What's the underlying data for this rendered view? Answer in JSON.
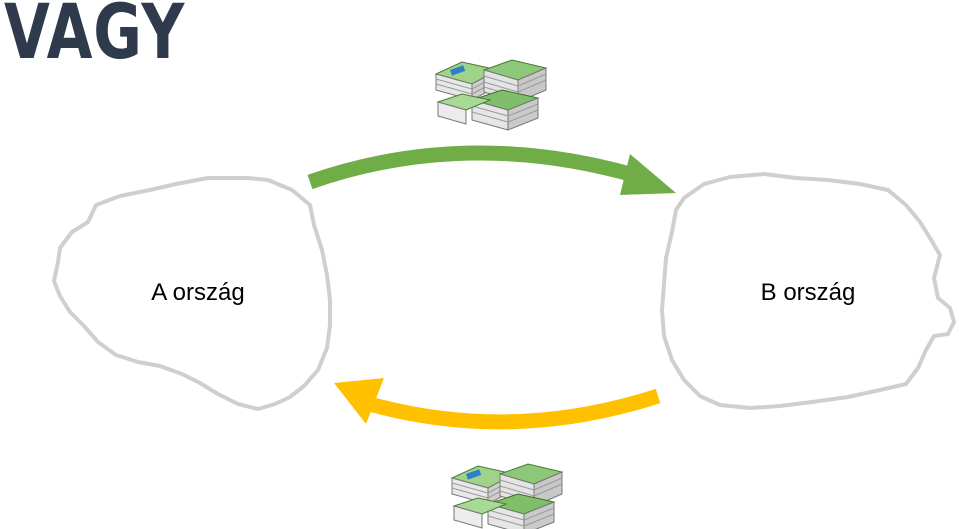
{
  "title": "VAGY",
  "country_a": {
    "label": "A ország"
  },
  "country_b": {
    "label": "B ország"
  },
  "flows": [
    {
      "name": "top-arrow",
      "color": "#70ad47"
    },
    {
      "name": "bottom-arrow",
      "color": "#ffc000"
    }
  ],
  "icons": [
    "money-stack-icon",
    "money-stack-icon"
  ]
}
